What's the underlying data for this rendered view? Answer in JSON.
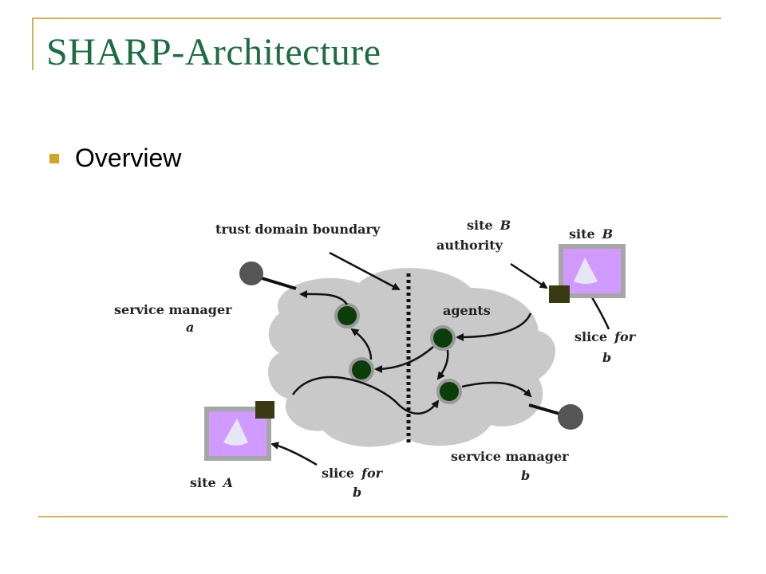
{
  "slide": {
    "title": "SHARP-Architecture"
  },
  "bullets": [
    {
      "text": "Overview"
    }
  ],
  "diagram": {
    "labels": {
      "trust_boundary": "trust domain boundary",
      "site_b_authority_line1": "site",
      "site_b_authority_b": "B",
      "site_b_authority_line2": "authority",
      "site_b": "site",
      "site_b_letter": "B",
      "service_manager_a": "service manager",
      "service_manager_a_letter": "a",
      "agents": "agents",
      "slice_for_right": "slice",
      "slice_for_right_for": "for",
      "slice_for_right_b": "b",
      "service_manager_b": "service manager",
      "service_manager_b_letter": "b",
      "site_a": "site",
      "site_a_letter": "A",
      "slice_for_bottom": "slice",
      "slice_for_bottom_for": "for",
      "slice_for_bottom_b": "b"
    },
    "colors": {
      "cloud": "#c9c9c9",
      "agent_node": "#0b3d0b",
      "site_fill": "#d19aff",
      "authority_square": "#3a3a12",
      "manager_node": "#555555"
    }
  }
}
